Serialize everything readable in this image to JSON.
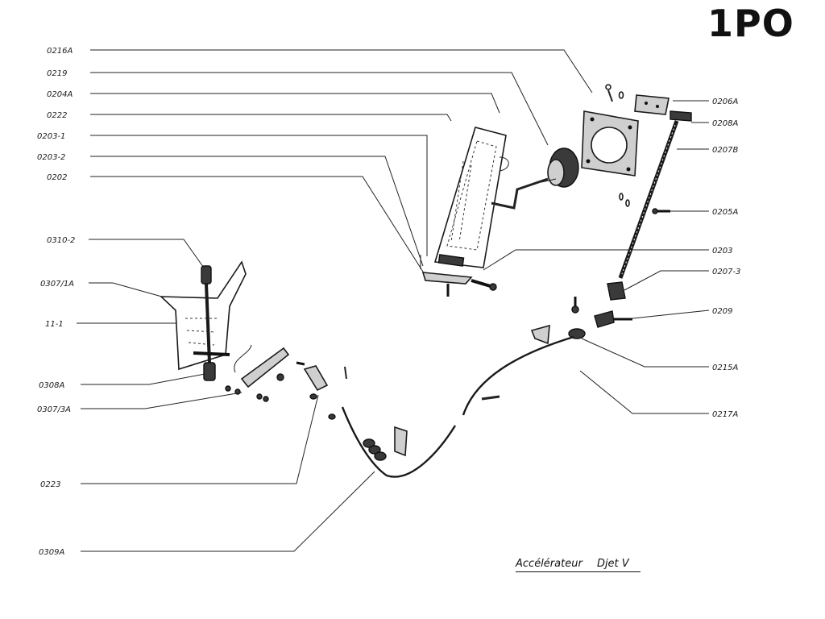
{
  "header": {
    "page_code": "1PO"
  },
  "caption": {
    "word1": "Accélérateur",
    "word2": "Djet V"
  },
  "labels_left": {
    "l0216A": "0216A",
    "l0219": "0219",
    "l0204A": "0204A",
    "l0222": "0222",
    "l0203_1": "0203-1",
    "l0203_2": "0203-2",
    "l0202": "0202",
    "l0310_2": "0310-2",
    "l0307_1A": "0307/1A",
    "l11_1": "11-1",
    "l0308A": "0308A",
    "l0307_3A": "0307/3A",
    "l0223": "0223",
    "l0309A": "0309A"
  },
  "labels_right": {
    "l0206A": "0206A",
    "l0208A": "0208A",
    "l0207B": "0207B",
    "l0205A": "0205A",
    "l0203": "0203",
    "l0207_3": "0207-3",
    "l0209": "0209",
    "l0215A": "0215A",
    "l0217A": "0217A"
  }
}
